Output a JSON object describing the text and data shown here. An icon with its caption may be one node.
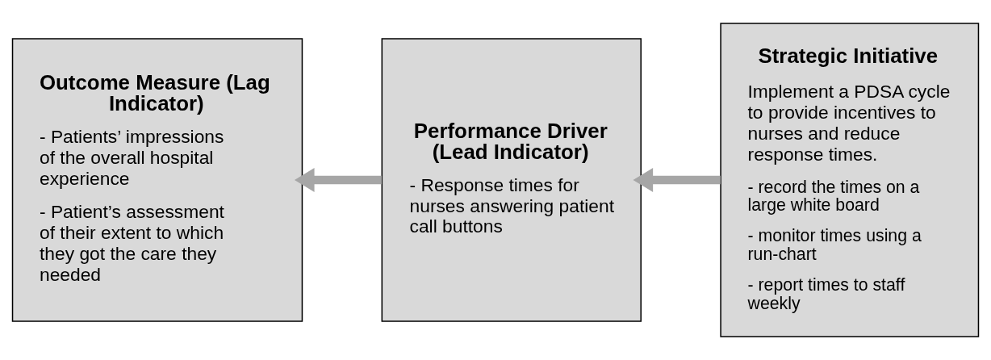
{
  "diagram": {
    "nodes": [
      {
        "text": [
          "Outcome Measure (Lag Indicator)",
          "- Patients’ impressions of the overall hospital experience",
          "- Patient’s assessment of their extent to which they got the care they needed"
        ]
      },
      {
        "text": [
          "Performance Driver (Lead Indicator)",
          "- Response times for nurses answering patient call buttons"
        ]
      },
      {
        "text": [
          "Strategic Initiative",
          "Implement a PDSA cycle to provide incentives to nurses and reduce response times.",
          "- record the times on a large white board",
          "- monitor times using a run-chart",
          "- report times to staff weekly"
        ]
      }
    ],
    "edges": [
      {
        "from": 1,
        "to": 0,
        "arrow": "to"
      },
      {
        "from": 2,
        "to": 1,
        "arrow": "to"
      }
    ]
  }
}
